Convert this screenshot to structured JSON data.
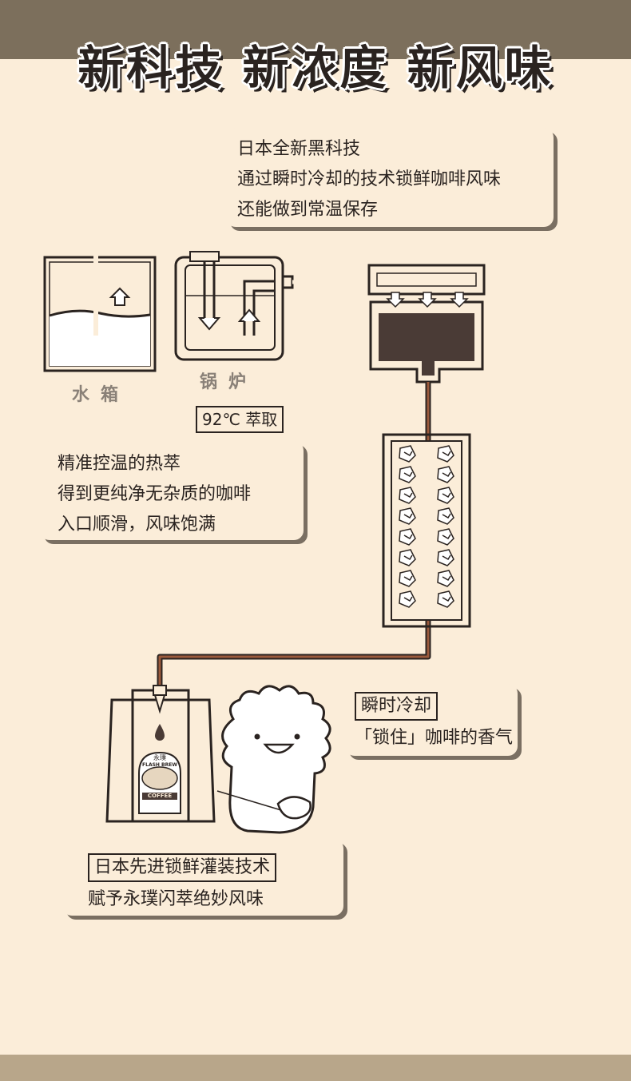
{
  "headline": "新科技 新浓度 新风味",
  "callout_tech": {
    "lines": [
      "日本全新黑科技",
      "通过瞬时冷却的技术锁鲜咖啡风味",
      "还能做到常温保存"
    ]
  },
  "diagram_labels": {
    "water_tank": "水箱",
    "boiler": "锅炉",
    "temperature": "92℃ 萃取"
  },
  "callout_extract": {
    "lines": [
      "精准控温的热萃",
      "得到更纯净无杂质的咖啡",
      "入口顺滑，风味饱满"
    ]
  },
  "callout_cool": {
    "title": "瞬时冷却",
    "line": "「锁住」咖啡的香气"
  },
  "callout_fill": {
    "title": "日本先进锁鲜灌装技术",
    "line": "赋予永璞闪萃绝妙风味"
  },
  "bag": {
    "brand": "永璞",
    "badge": "FLASH BREW",
    "product": "COFFEE"
  },
  "colors": {
    "background": "#fbedd9",
    "top_band": "#7c6f5c",
    "bottom_band": "#b8a68a",
    "ink": "#2a2320",
    "coffee": "#4a3b36",
    "pipe_coffee": "#9b5a3c"
  }
}
